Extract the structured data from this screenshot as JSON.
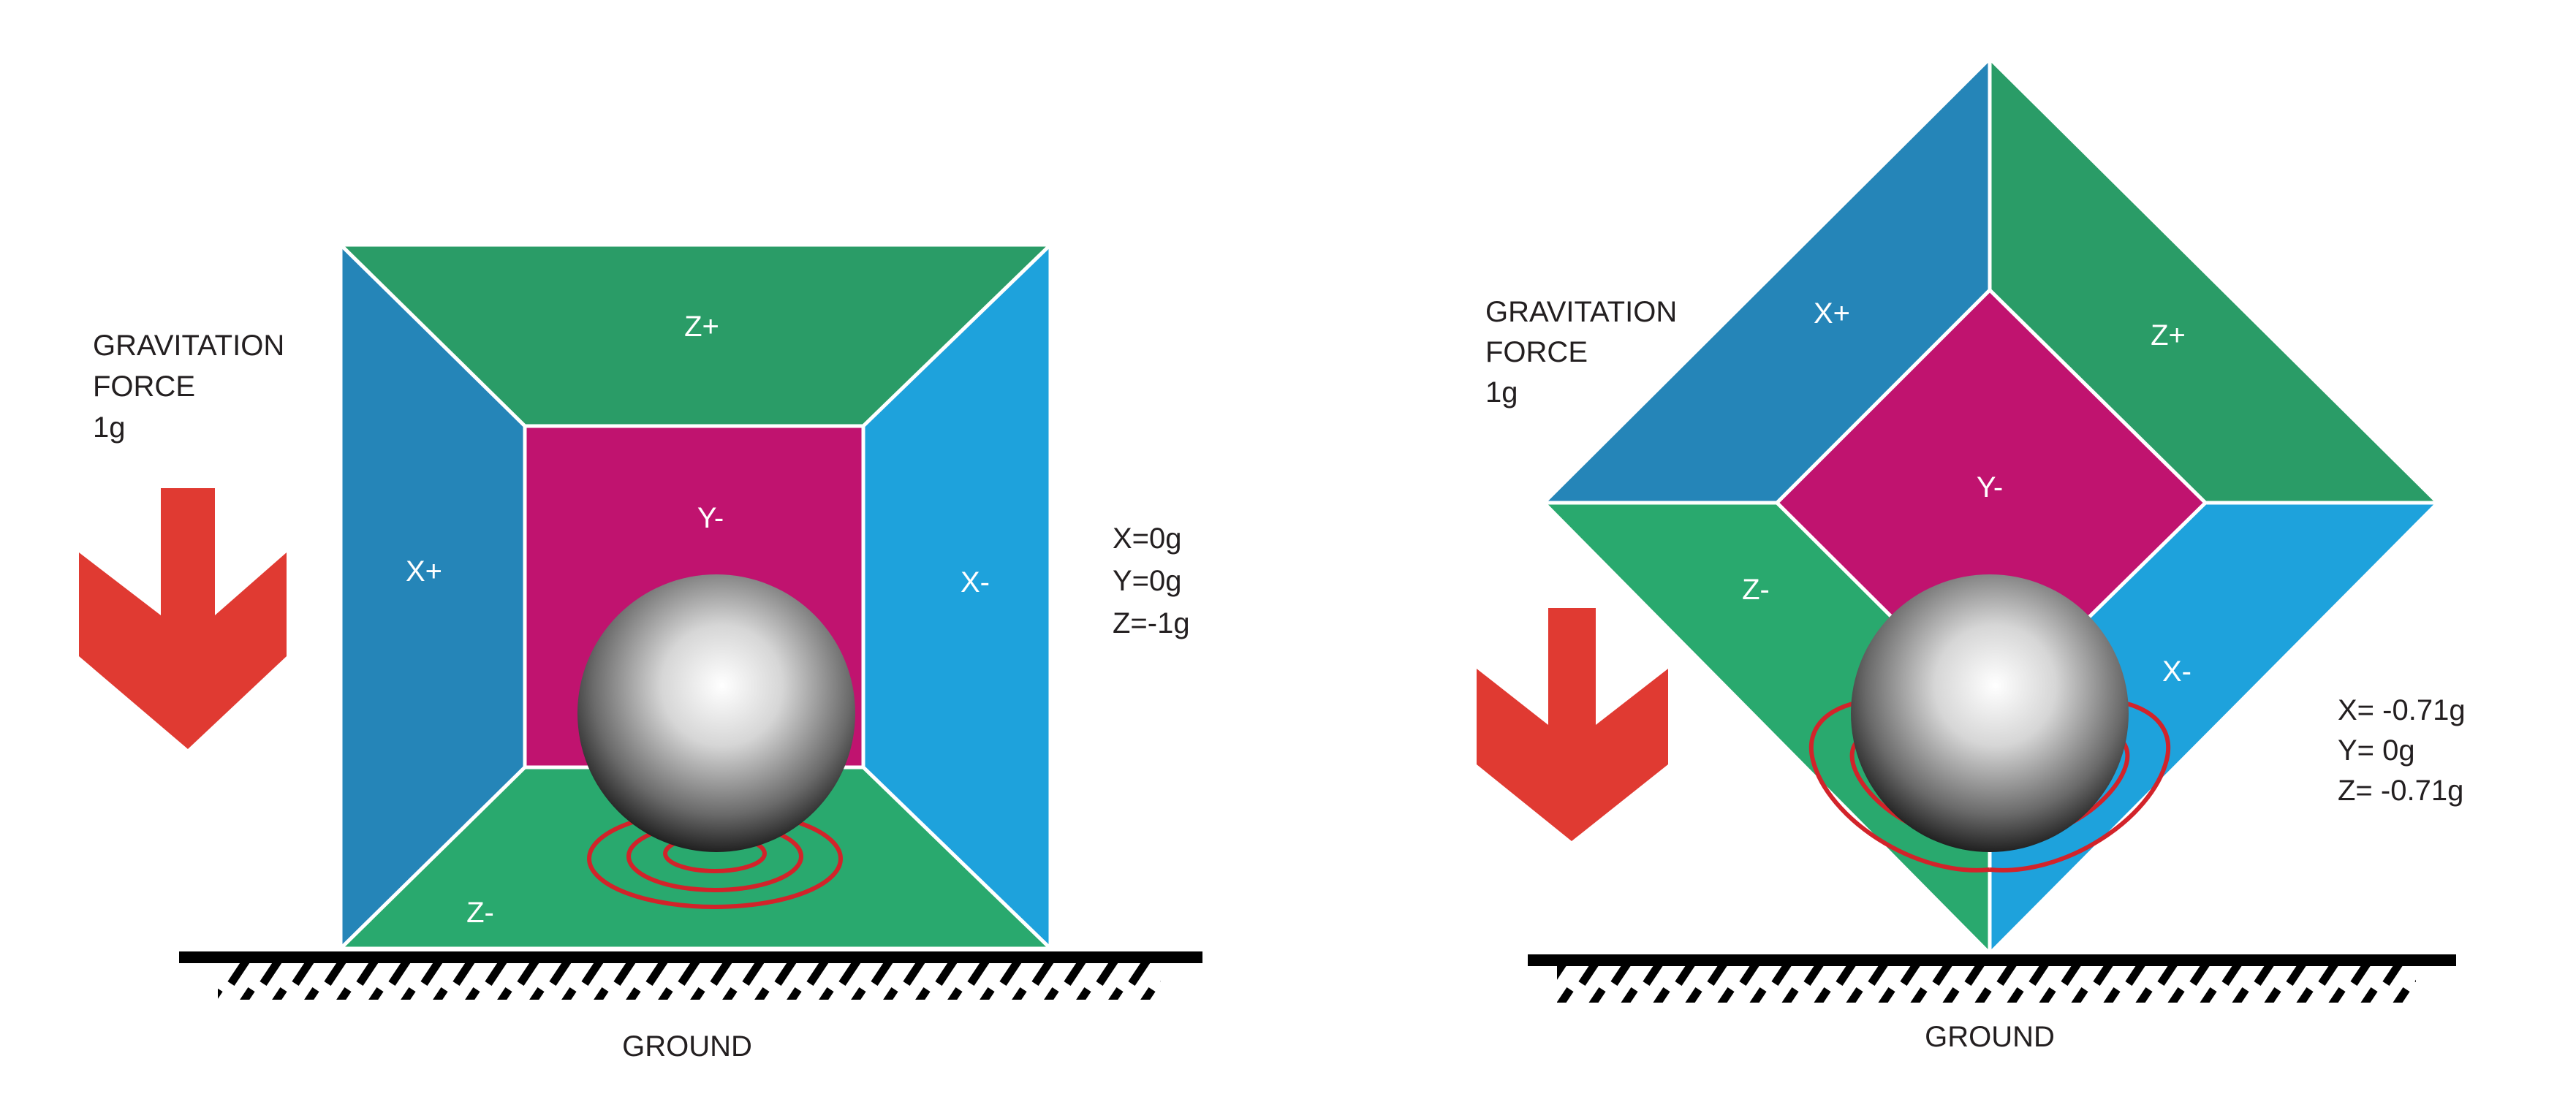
{
  "left_panel": {
    "gravity": {
      "line1": "GRAVITATION",
      "line2": "FORCE",
      "line3": "1g"
    },
    "faces": {
      "z_plus": "Z+",
      "y_minus": "Y-",
      "x_plus": "X+",
      "x_minus": "X-",
      "z_minus": "Z-"
    },
    "readout": {
      "x": "X=0g",
      "y": "Y=0g",
      "z": "Z=-1g"
    },
    "ground": "GROUND"
  },
  "right_panel": {
    "gravity": {
      "line1": "GRAVITATION",
      "line2": "FORCE",
      "line3": "1g"
    },
    "faces": {
      "x_plus": "X+",
      "z_plus": "Z+",
      "y_minus": "Y-",
      "z_minus": "Z-",
      "x_minus": "X-"
    },
    "readout": {
      "x": "X= -0.71g",
      "y": "Y= 0g",
      "z": "Z= -0.71g"
    },
    "ground": "GROUND"
  },
  "colors": {
    "z_plus_face": "#2a9c67",
    "x_plus_face": "#2585b8",
    "x_minus_face": "#1ea2dc",
    "y_minus_face": "#c0136f",
    "z_minus_face": "#29a96e",
    "arrow": "#e03a32",
    "ripple": "#d2232a",
    "ground_line": "#000000"
  }
}
